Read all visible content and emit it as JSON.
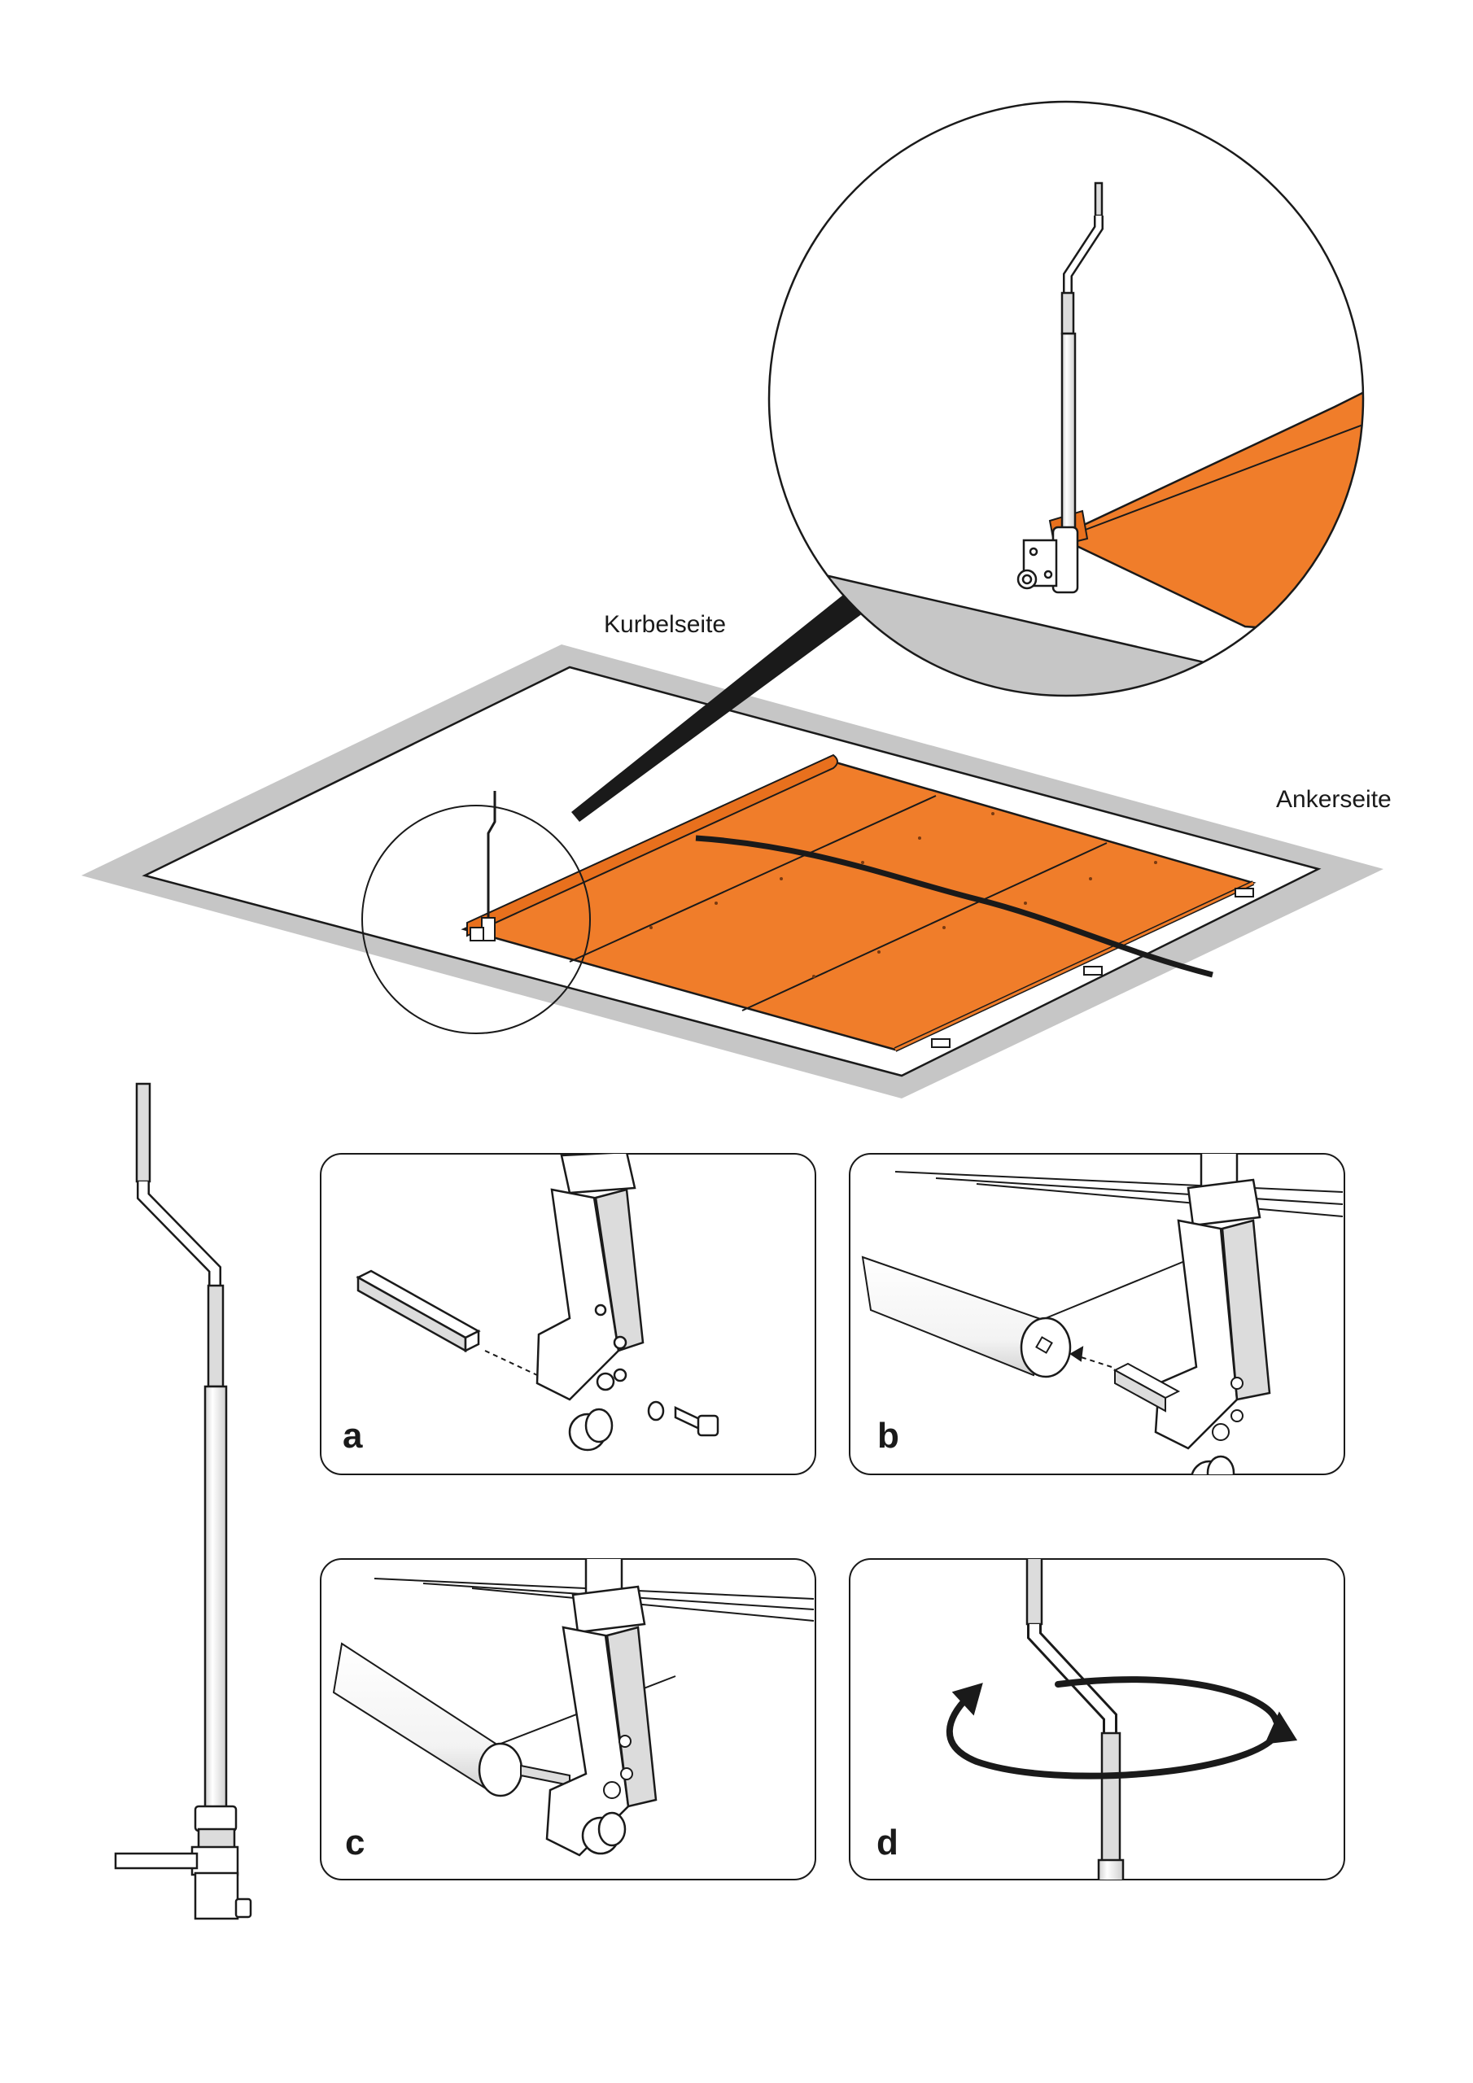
{
  "labels": {
    "crank_side": "Kurbelseite",
    "anchor_side": "Ankerseite"
  },
  "panels": [
    {
      "letter": "a"
    },
    {
      "letter": "b"
    },
    {
      "letter": "c"
    },
    {
      "letter": "d"
    }
  ],
  "colors": {
    "cover": "#f07d2a",
    "pool_rim": "#c6c6c6",
    "line": "#1a1a1a",
    "strap": "#1a1a1a",
    "metal_light": "#f2f2f2",
    "metal_shade": "#bfbfbf"
  }
}
